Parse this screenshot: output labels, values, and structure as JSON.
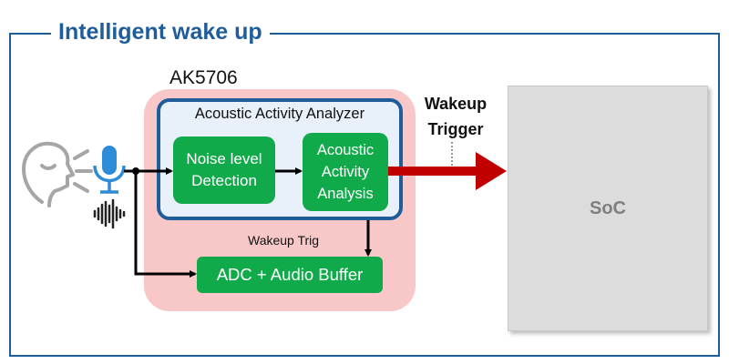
{
  "title": "Intelligent wake up",
  "chip": {
    "label": "AK5706",
    "analyzer": {
      "title": "Acoustic Activity Analyzer",
      "noise_label": "Noise level Detection",
      "analysis_label": "Acoustic Activity Analysis"
    },
    "wakeup_trig_label": "Wakeup Trig",
    "adc_label": "ADC + Audio Buffer"
  },
  "wakeup_trigger_label": "Wakeup Trigger",
  "soc_label": "SoC",
  "colors": {
    "frame_blue": "#1f5d9a",
    "chip_pink": "#f8c8c8",
    "block_green": "#11aa4a",
    "trigger_red": "#c00000",
    "soc_gray": "#dcdcdc",
    "mic_blue": "#2e8bd6",
    "speaker_gray": "#a6a6a6"
  },
  "icons": [
    "speaking-head-icon",
    "microphone-icon",
    "sound-wave-icon"
  ]
}
